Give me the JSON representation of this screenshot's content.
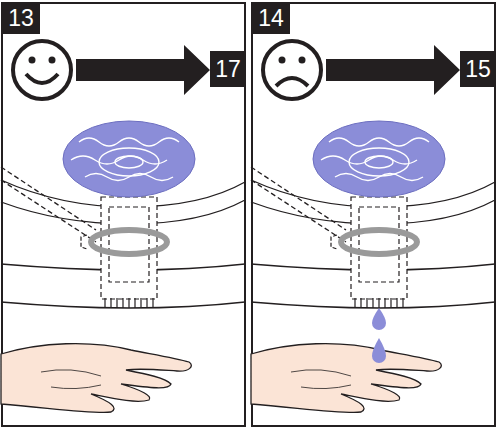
{
  "diagram": {
    "nodes": [
      {
        "text": [
          "13"
        ]
      },
      {
        "text": [
          "17"
        ]
      },
      {
        "text": [
          "14"
        ]
      },
      {
        "text": [
          "15"
        ]
      }
    ]
  }
}
